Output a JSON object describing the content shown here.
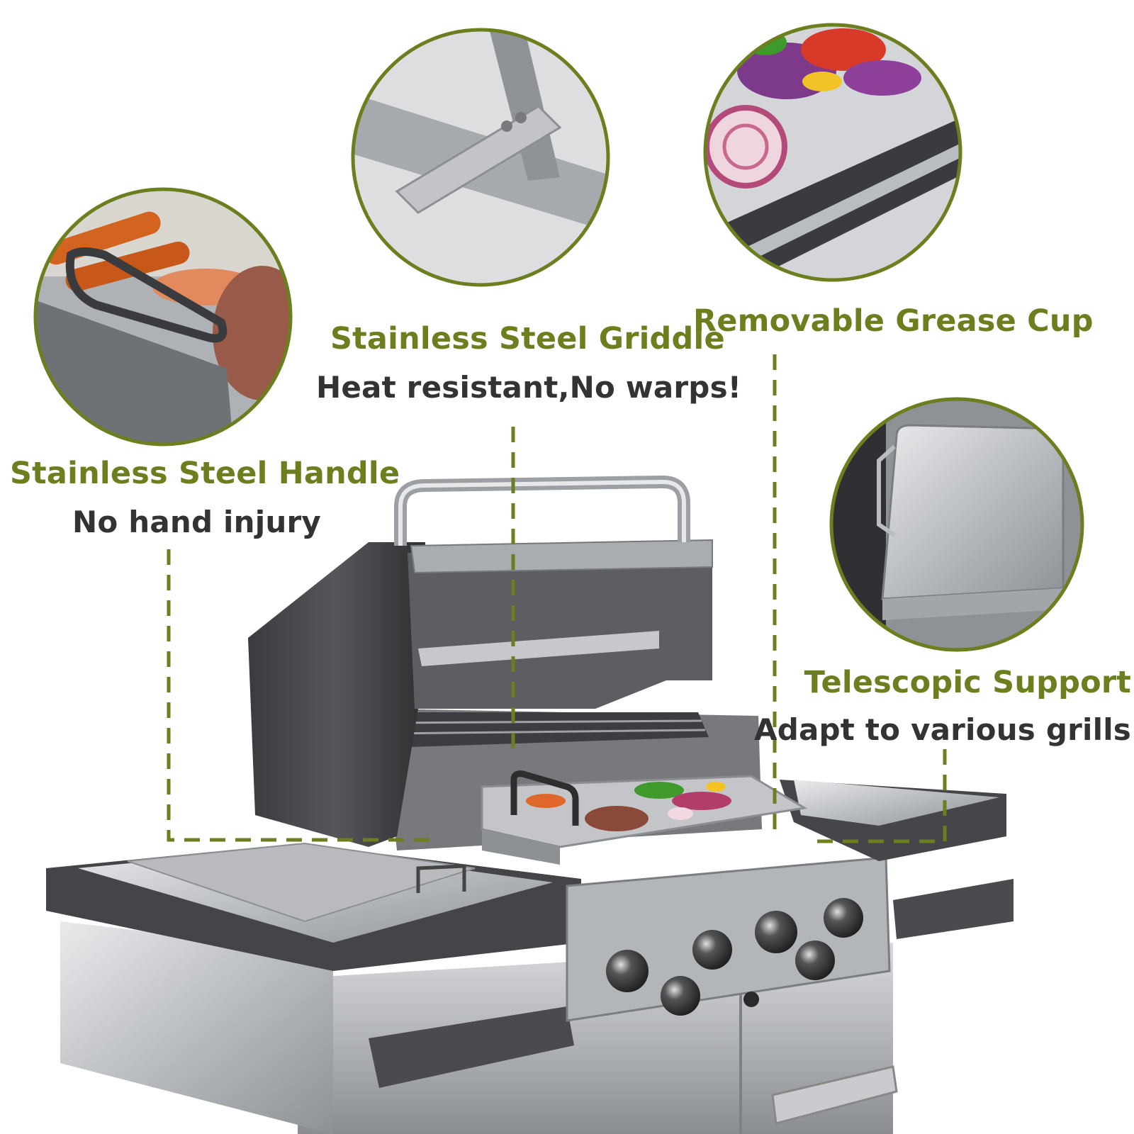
{
  "colors": {
    "accent": "#6b7f1f",
    "subtitle": "#333333",
    "background": "#ffffff"
  },
  "features": [
    {
      "id": "handle",
      "title": "Stainless Steel Handle",
      "subtitle": "No hand injury"
    },
    {
      "id": "griddle",
      "title": "Stainless Steel Griddle",
      "subtitle": "Heat resistant,No warps!"
    },
    {
      "id": "grease-cup",
      "title": "Removable Grease Cup"
    },
    {
      "id": "support",
      "title": "Telescopic Support",
      "subtitle": "Adapt to various grills"
    }
  ]
}
